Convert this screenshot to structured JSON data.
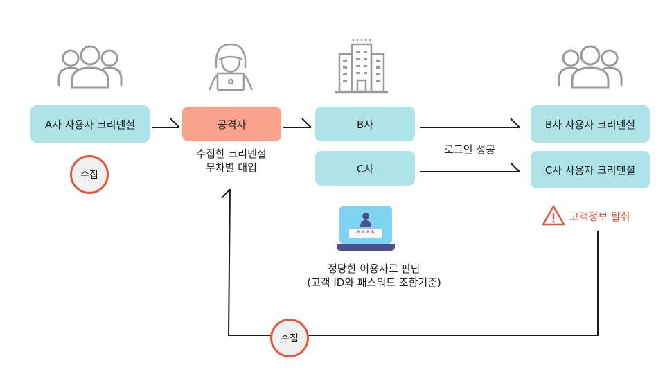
{
  "nodes": {
    "a_company_credentials": "A사 사용자 크리덴셜",
    "attacker": "공격자",
    "b_company": "B사",
    "c_company": "C사",
    "b_company_credentials": "B사 사용자 크리덴셜",
    "c_company_credentials": "C사 사용자 크리덴셜"
  },
  "labels": {
    "collect_top": "수집",
    "collect_bottom": "수집",
    "attacker_caption_line1": "수집한 크리덴셜",
    "attacker_caption_line2": "무차별 대입",
    "login_success": "로그인 성공",
    "legit_user_line1": "정당한 이용자로 판단",
    "legit_user_line2": "(고객 ID와 패스워드 조합기준)",
    "data_theft": "고객정보 탈취",
    "password_mask": "****"
  },
  "icons": {
    "users_left": "users-group-icon",
    "attacker": "hacker-laptop-icon",
    "company": "building-icon",
    "users_right": "users-group-icon",
    "login_laptop": "login-laptop-icon",
    "warning": "warning-triangle-icon"
  },
  "colors": {
    "teal": "#aee4e8",
    "salmon": "#f9a38e",
    "alert": "#e8553a",
    "icon_gray": "#9a9a9a",
    "laptop_screen": "#7fd3f2",
    "laptop_base": "#4d4f8f"
  }
}
